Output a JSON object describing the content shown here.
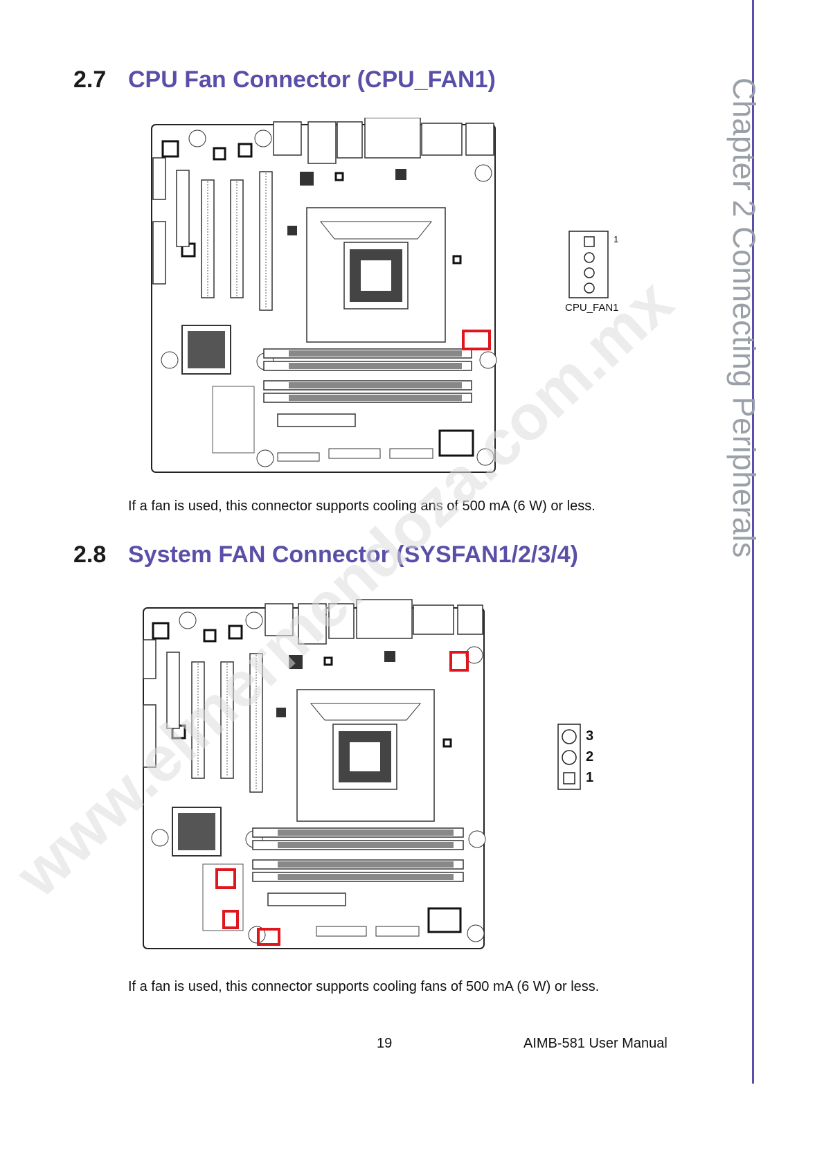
{
  "watermark": "www.elmermendoza.com.mx",
  "chapter_tab": "Chapter 2   Connecting Peripherals",
  "section_1": {
    "number": "2.7",
    "title": "CPU Fan Connector (CPU_FAN1)",
    "pin_label": "1",
    "connector_label": "CPU_FAN1",
    "description": "If a fan is used, this connector supports cooling  ans of 500 mA (6 W) or less."
  },
  "section_2": {
    "number": "2.8",
    "title": "System FAN Connector (SYSFAN1/2/3/4)",
    "pins": [
      "3",
      "2",
      "1"
    ],
    "description": "If a fan is used, this connector supports cooling fans of 500 mA (6 W) or less."
  },
  "footer": {
    "page_number": "19",
    "manual_title": "AIMB-581 User Manual"
  },
  "colors": {
    "heading": "#5a4fa8",
    "highlight": "#e0161e",
    "side_bar": "#5a4fa8"
  }
}
